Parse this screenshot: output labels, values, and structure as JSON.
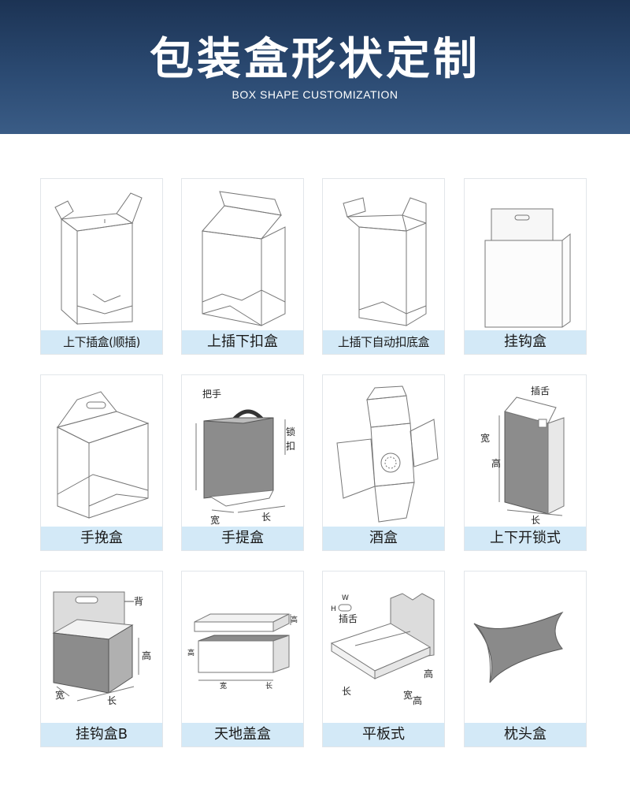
{
  "header": {
    "title": "包装盒形状定制",
    "subtitle": "BOX SHAPE CUSTOMIZATION"
  },
  "boxes": [
    {
      "label": "上下插盒(顺插)",
      "icon": "tuck-end-box-icon"
    },
    {
      "label": "上插下扣盒",
      "icon": "tuck-top-snap-bottom-box-icon"
    },
    {
      "label": "上插下自动扣底盒",
      "icon": "auto-lock-bottom-box-icon"
    },
    {
      "label": "挂钩盒",
      "icon": "hanger-box-icon"
    },
    {
      "label": "手挽盒",
      "icon": "gable-handle-box-icon"
    },
    {
      "label": "手提盒",
      "icon": "carry-handle-box-icon",
      "annotations": [
        "把手",
        "锁",
        "扣",
        "宽",
        "长"
      ]
    },
    {
      "label": "酒盒",
      "icon": "wine-box-icon"
    },
    {
      "label": "上下开锁式",
      "icon": "lock-box-icon",
      "annotations": [
        "插舌",
        "宽",
        "高",
        "长"
      ]
    },
    {
      "label": "挂钩盒B",
      "icon": "hanger-box-b-icon",
      "annotations": [
        "背",
        "高",
        "宽",
        "长"
      ]
    },
    {
      "label": "天地盖盒",
      "icon": "lid-base-box-icon",
      "annotations": [
        "高",
        "高",
        "宽",
        "长"
      ]
    },
    {
      "label": "平板式",
      "icon": "flat-mailer-box-icon",
      "annotations": [
        "W",
        "H",
        "插舌",
        "高",
        "长",
        "宽",
        "高"
      ]
    },
    {
      "label": "枕头盒",
      "icon": "pillow-box-icon"
    }
  ],
  "colors": {
    "banner_dark": "#1c3354",
    "banner_light": "#3a5c86",
    "label_bg": "#d3e9f7",
    "line": "#666666",
    "fill_grey": "#8c8c8c"
  }
}
